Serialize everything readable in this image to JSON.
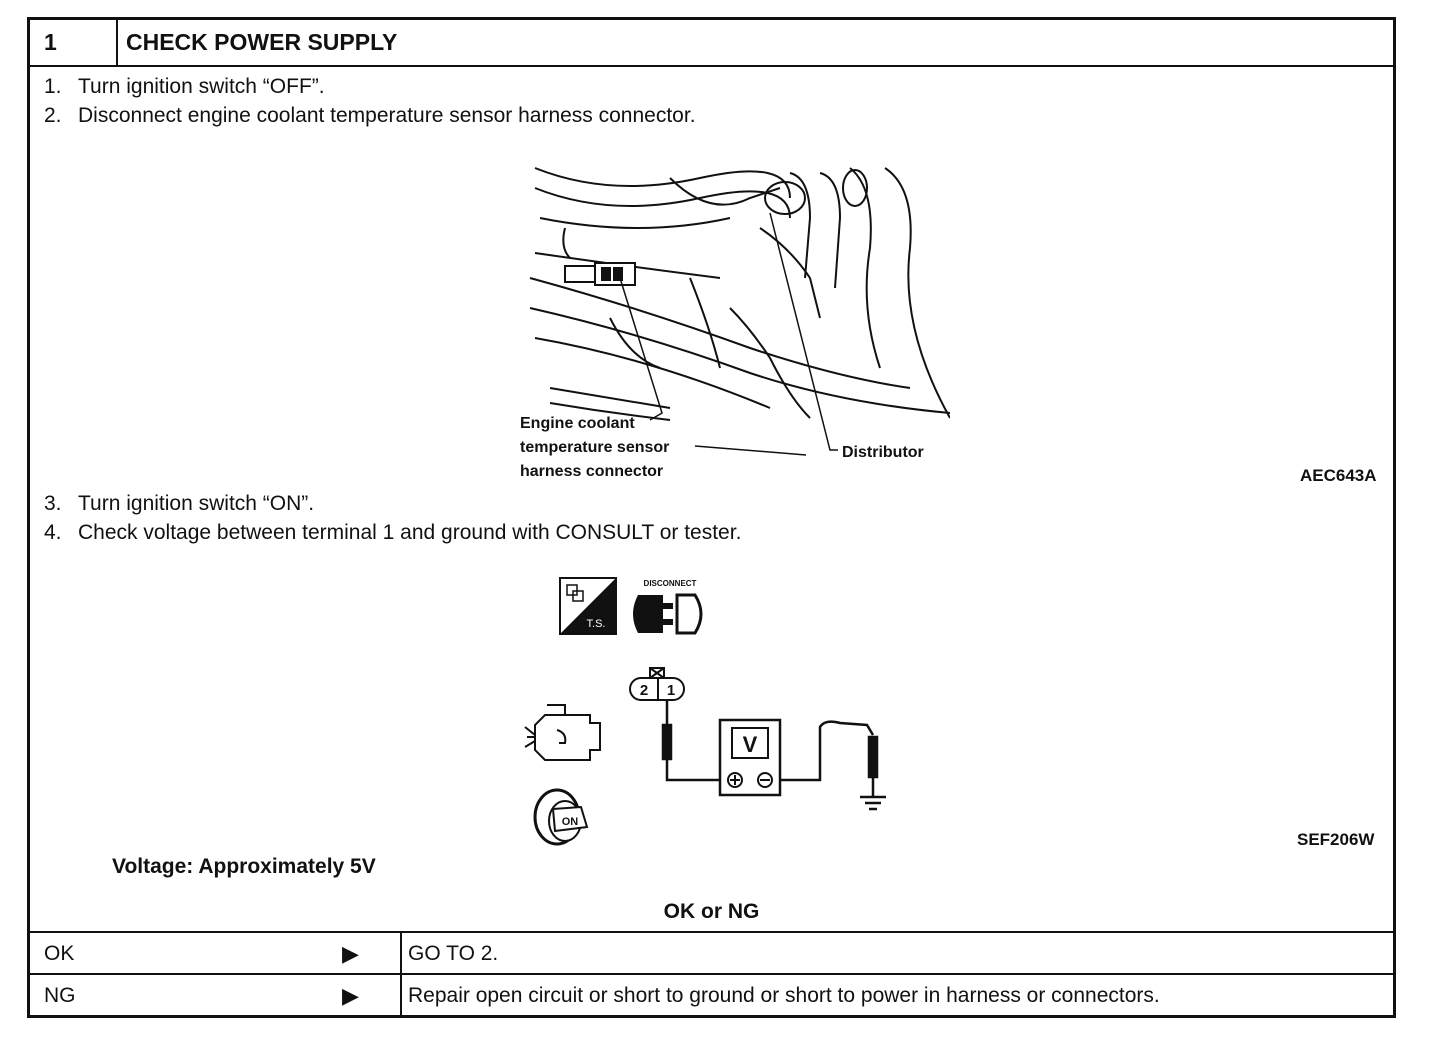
{
  "header": {
    "step_number": "1",
    "title": "CHECK POWER SUPPLY"
  },
  "steps_a": [
    {
      "num": "1.",
      "text": "Turn ignition switch “OFF”."
    },
    {
      "num": "2.",
      "text": "Disconnect engine coolant temperature sensor harness connector."
    }
  ],
  "figure1": {
    "label_sensor_line1": "Engine coolant",
    "label_sensor_line2": "temperature sensor",
    "label_sensor_line3": "harness connector",
    "label_distributor": "Distributor",
    "code": "AEC643A"
  },
  "steps_b": [
    {
      "num": "3.",
      "text": "Turn ignition switch “ON”."
    },
    {
      "num": "4.",
      "text": "Check voltage between terminal 1 and ground with CONSULT or tester."
    }
  ],
  "figure2": {
    "ts_label": "T.S.",
    "disconnect_label": "DISCONNECT",
    "terminal_2": "2",
    "terminal_1": "1",
    "meter_label": "V",
    "key_label": "ON",
    "code": "SEF206W"
  },
  "spec": "Voltage: Approximately 5V",
  "result_heading": "OK or NG",
  "results": [
    {
      "key": "OK",
      "arrow": "▶",
      "action": "GO TO 2."
    },
    {
      "key": "NG",
      "arrow": "▶",
      "action": "Repair open circuit or short to ground or short to power in harness or connectors."
    }
  ]
}
